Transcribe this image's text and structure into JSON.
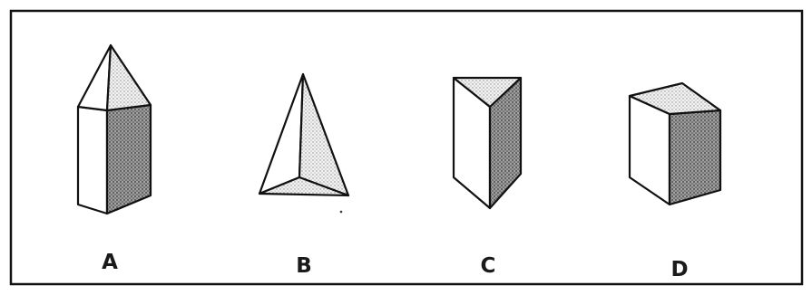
{
  "figure": {
    "options": [
      {
        "label": "A",
        "shape": "hexagonal-prism-with-pyramid-top"
      },
      {
        "label": "B",
        "shape": "triangular-pyramid"
      },
      {
        "label": "C",
        "shape": "triangular-prism"
      },
      {
        "label": "D",
        "shape": "rectangular-prism"
      }
    ]
  }
}
